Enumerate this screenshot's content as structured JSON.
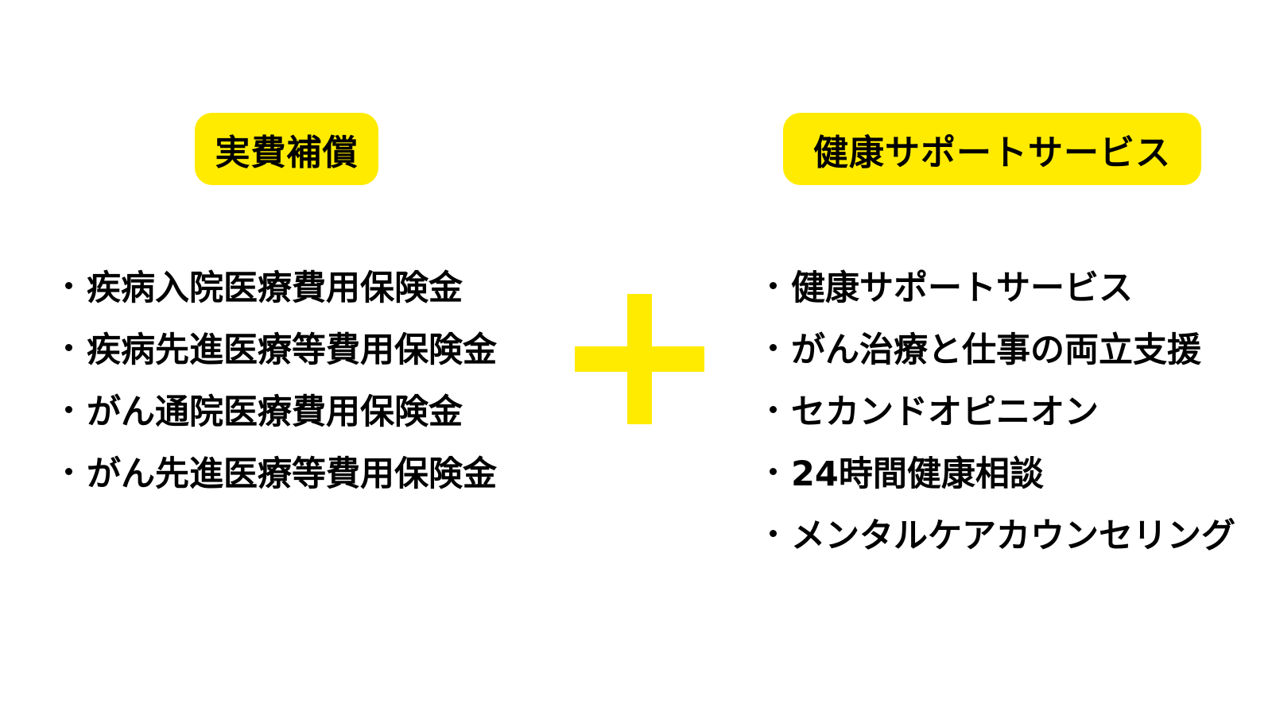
{
  "left": {
    "title": "実費補償",
    "items": [
      "疾病入院医療費用保険金",
      "疾病先進医療等費用保険金",
      "がん通院医療費用保険金",
      "がん先進医療等費用保険金"
    ]
  },
  "right": {
    "title": "健康サポートサービス",
    "items": [
      "健康サポートサービス",
      "がん治療と仕事の両立支援",
      "セカンドオピニオン",
      "24時間健康相談",
      "メンタルケアカウンセリング"
    ]
  },
  "colors": {
    "accent": "#FFEB00"
  },
  "icons": {
    "plus": "plus-icon"
  }
}
